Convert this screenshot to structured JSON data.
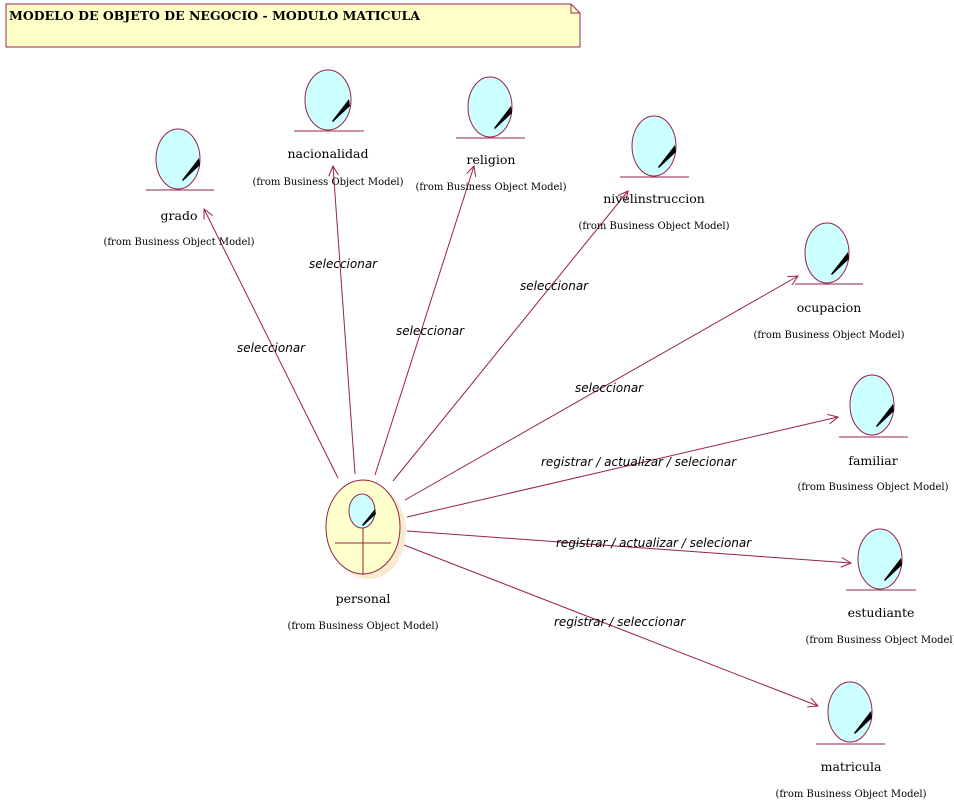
{
  "diagram": {
    "title": "MODELO DE OBJETO DE NEGOCIO - MODULO MATICULA",
    "colors": {
      "note_fill": "#ffffc8",
      "note_border": "#a0235a",
      "entity_fill": "#ccffff",
      "worker_fill": "#ffffcc",
      "border": "#9a2048",
      "line": "#9a2048"
    },
    "entities": [
      {
        "id": "grado",
        "name": "grado",
        "from": "(from Business Object Model)",
        "icon": "business-entity-icon"
      },
      {
        "id": "nacionalidad",
        "name": "nacionalidad",
        "from": "(from Business Object Model)",
        "icon": "business-entity-icon"
      },
      {
        "id": "religion",
        "name": "religion",
        "from": "(from Business Object Model)",
        "icon": "business-entity-icon"
      },
      {
        "id": "nivelinstruccion",
        "name": "nivelinstruccion",
        "from": "(from Business Object Model)",
        "icon": "business-entity-icon"
      },
      {
        "id": "ocupacion",
        "name": "ocupacion",
        "from": "(from Business Object Model)",
        "icon": "business-entity-icon"
      },
      {
        "id": "familiar",
        "name": "familiar",
        "from": "(from Business Object Model)",
        "icon": "business-entity-icon"
      },
      {
        "id": "estudiante",
        "name": "estudiante",
        "from": "(from Business Object Model)",
        "icon": "business-entity-icon"
      },
      {
        "id": "matricula",
        "name": "matricula",
        "from": "(from Business Object Model)",
        "icon": "business-entity-icon"
      },
      {
        "id": "personal",
        "name": "personal",
        "from": "(from Business Object Model)",
        "icon": "business-worker-icon"
      }
    ],
    "associations": [
      {
        "from": "personal",
        "to": "grado",
        "label": "seleccionar"
      },
      {
        "from": "personal",
        "to": "nacionalidad",
        "label": "seleccionar"
      },
      {
        "from": "personal",
        "to": "religion",
        "label": "seleccionar"
      },
      {
        "from": "personal",
        "to": "nivelinstruccion",
        "label": "seleccionar"
      },
      {
        "from": "personal",
        "to": "ocupacion",
        "label": "seleccionar"
      },
      {
        "from": "personal",
        "to": "familiar",
        "label": "registrar / actualizar / selecionar"
      },
      {
        "from": "personal",
        "to": "estudiante",
        "label": "registrar / actualizar / selecionar"
      },
      {
        "from": "personal",
        "to": "matricula",
        "label": "registrar / seleccionar"
      }
    ]
  }
}
